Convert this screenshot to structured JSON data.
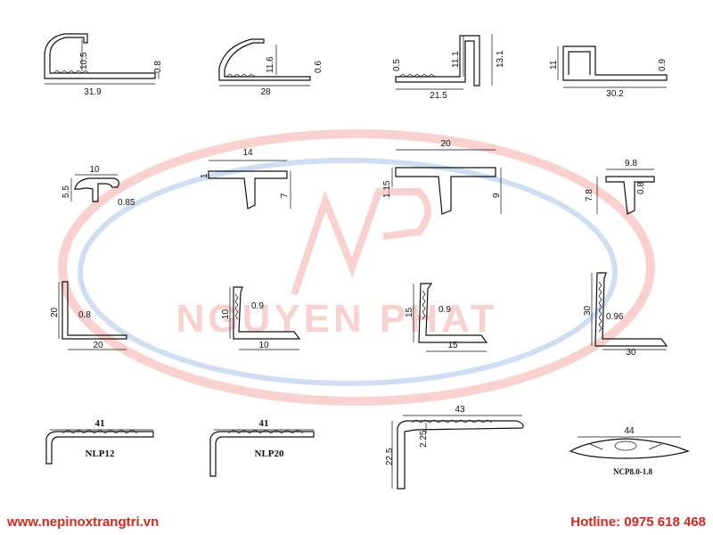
{
  "watermark": {
    "brand": "NGUYEN PHAT"
  },
  "colors": {
    "footer_text": "#d9261c",
    "watermark_red": "#e8332a",
    "watermark_blue": "#2f6fd1"
  },
  "profiles": {
    "row1": [
      {
        "id": "p1",
        "dims": [
          "10.5",
          "0.8",
          "31.9"
        ]
      },
      {
        "id": "p2",
        "dims": [
          "11.6",
          "0.6",
          "28"
        ]
      },
      {
        "id": "p3",
        "dims": [
          "0.5",
          "11.1",
          "13.1",
          "21.5"
        ]
      },
      {
        "id": "p4",
        "dims": [
          "11",
          "0.9",
          "30.2"
        ]
      }
    ],
    "row2": [
      {
        "id": "t1",
        "dims": [
          "10",
          "5.5",
          "0.85"
        ]
      },
      {
        "id": "t2",
        "dims": [
          "14",
          "1",
          "7"
        ]
      },
      {
        "id": "t3",
        "dims": [
          "20",
          "1.15",
          "9"
        ]
      },
      {
        "id": "t4",
        "dims": [
          "9.8",
          "7.8",
          "0.8"
        ]
      }
    ],
    "row3": [
      {
        "id": "l1",
        "dims": [
          "20",
          "0.8",
          "20"
        ]
      },
      {
        "id": "l2",
        "dims": [
          "10",
          "0.9",
          "10"
        ]
      },
      {
        "id": "l3",
        "dims": [
          "15",
          "0.9",
          "15"
        ]
      },
      {
        "id": "l4",
        "dims": [
          "30",
          "0.96",
          "30"
        ]
      }
    ],
    "row4": [
      {
        "id": "n1",
        "dims": [
          "41"
        ],
        "label": "NLP12"
      },
      {
        "id": "n2",
        "dims": [
          "41"
        ],
        "label": "NLP20"
      },
      {
        "id": "n3",
        "dims": [
          "43",
          "22.5",
          "2.25"
        ]
      },
      {
        "id": "n4",
        "dims": [
          "44"
        ],
        "label": "NCP8.0-1.8"
      }
    ]
  },
  "footer": {
    "website": "www.nepinoxtrangtri.vn",
    "hotline": "Hotline: 0975 618 468"
  }
}
